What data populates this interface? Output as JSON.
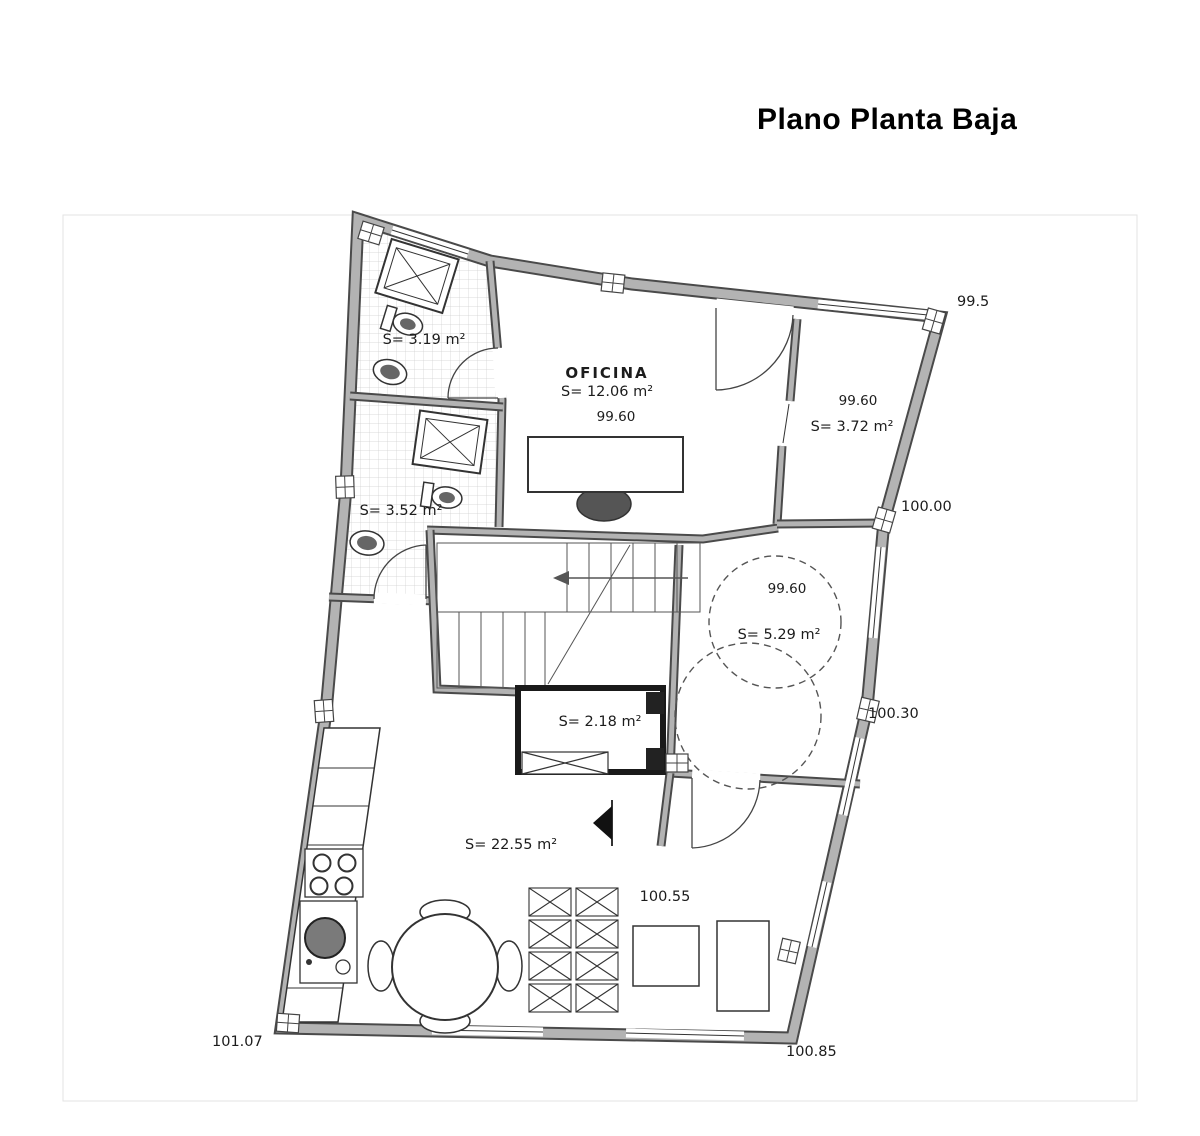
{
  "title": "Plano Planta Baja",
  "plan": {
    "rooms": {
      "oficina": {
        "name": "OFICINA",
        "area": "S= 12.06 m²",
        "level": "99.60"
      },
      "bath_top": {
        "area": "S= 3.19 m²"
      },
      "bath_mid": {
        "area": "S= 3.52 m²"
      },
      "store": {
        "area": "S= 3.72 m²",
        "level": "99.60"
      },
      "aseo": {
        "area": "S= 5.29 m²",
        "level": "99.60"
      },
      "lift": {
        "area": "S= 2.18 m²"
      },
      "living": {
        "area": "S= 22.55 m²",
        "level": "100.55"
      }
    },
    "levels": {
      "top_right": "99.5",
      "right_upper": "100.00",
      "right_lower": "100.30",
      "bottom_left": "101.07",
      "bottom_right": "100.85"
    },
    "colors": {
      "wall_fill": "#b3b3b3",
      "wall_edge": "#4a4a4a",
      "line": "#333333"
    }
  }
}
